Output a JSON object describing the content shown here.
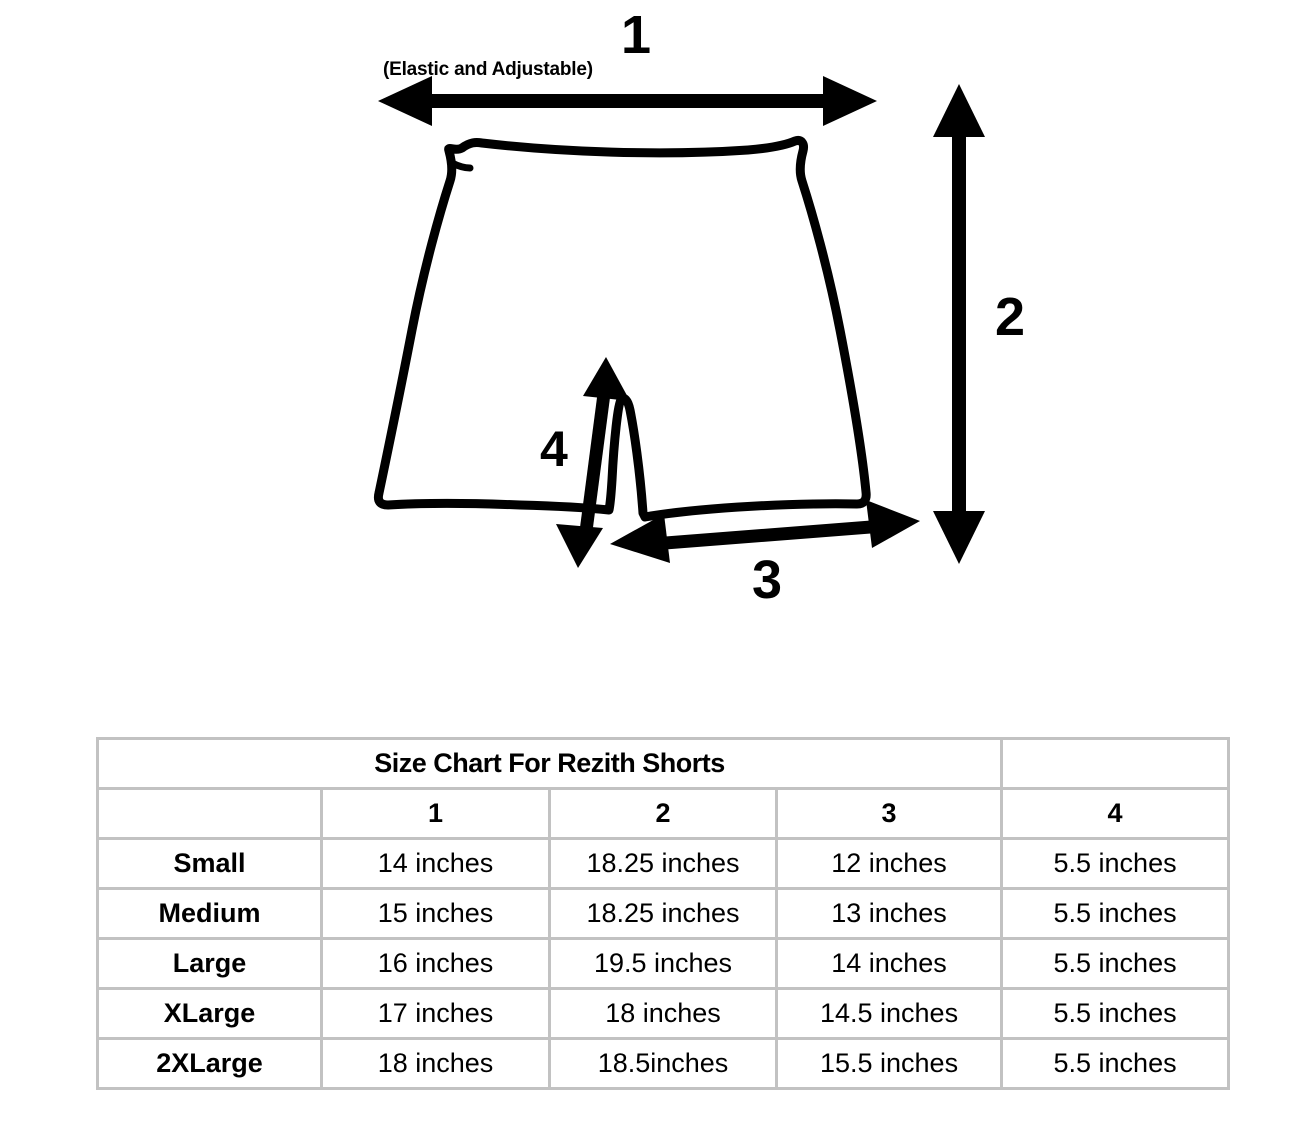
{
  "diagram": {
    "measurement_1_label": "1",
    "measurement_1_note": "(Elastic and Adjustable)",
    "measurement_2_label": "2",
    "measurement_3_label": "3",
    "measurement_4_label": "4",
    "garment": "shorts-outline",
    "line_color": "#000000",
    "background_color": "#ffffff"
  },
  "table": {
    "title": "Size Chart For Rezith Shorts",
    "title_blank_cell": "",
    "column_headers": [
      "",
      "1",
      "2",
      "3",
      "4"
    ],
    "rows": [
      {
        "size": "Small",
        "values": [
          "14 inches",
          "18.25 inches",
          "12 inches",
          "5.5 inches"
        ]
      },
      {
        "size": "Medium",
        "values": [
          "15 inches",
          "18.25 inches",
          "13 inches",
          "5.5 inches"
        ]
      },
      {
        "size": "Large",
        "values": [
          "16 inches",
          "19.5 inches",
          "14 inches",
          "5.5 inches"
        ]
      },
      {
        "size": "XLarge",
        "values": [
          "17 inches",
          "18 inches",
          "14.5 inches",
          "5.5 inches"
        ]
      },
      {
        "size": "2XLarge",
        "values": [
          "18 inches",
          "18.5inches",
          "15.5 inches",
          "5.5 inches"
        ]
      }
    ],
    "border_color": "#c2c2c2"
  },
  "chart_data": {
    "type": "table",
    "title": "Size Chart For Rezith Shorts",
    "categories": [
      "Small",
      "Medium",
      "Large",
      "XLarge",
      "2XLarge"
    ],
    "measurement_keys": [
      "1",
      "2",
      "3",
      "4"
    ],
    "measurement_meanings": {
      "1": "waist width (Elastic and Adjustable)",
      "2": "total length",
      "3": "leg opening width",
      "4": "inseam"
    },
    "units": "inches",
    "series": [
      {
        "name": "1",
        "values": [
          14,
          15,
          16,
          17,
          18
        ]
      },
      {
        "name": "2",
        "values": [
          18.25,
          18.25,
          19.5,
          18,
          18.5
        ]
      },
      {
        "name": "3",
        "values": [
          12,
          13,
          14,
          14.5,
          15.5
        ]
      },
      {
        "name": "4",
        "values": [
          5.5,
          5.5,
          5.5,
          5.5,
          5.5
        ]
      }
    ],
    "xlabel": "",
    "ylabel": ""
  }
}
